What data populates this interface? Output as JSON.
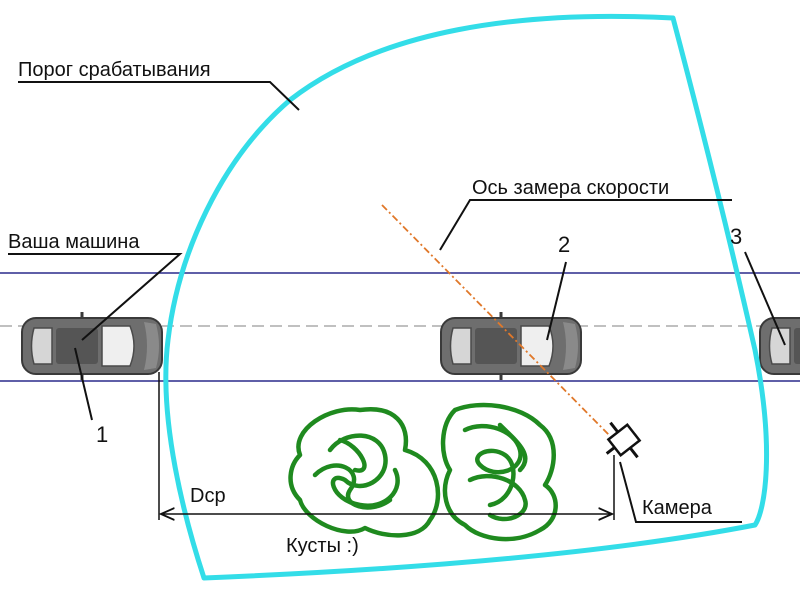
{
  "labels": {
    "threshold": "Порог срабатывания",
    "speed_axis": "Ось замера скорости",
    "your_car": "Ваша машина",
    "camera": "Камера",
    "bushes": "Кусты :)",
    "distance": "Dcp",
    "car1": "1",
    "car2": "2",
    "car3": "3"
  },
  "colors": {
    "zone_outline": "#33dde8",
    "lane_line": "#2a2a8c",
    "center_line": "#9a9a9a",
    "speed_axis": "#e0782a",
    "bushes": "#1f8a1f",
    "leader_line": "#111111",
    "car_body": "#6b6b6b"
  }
}
